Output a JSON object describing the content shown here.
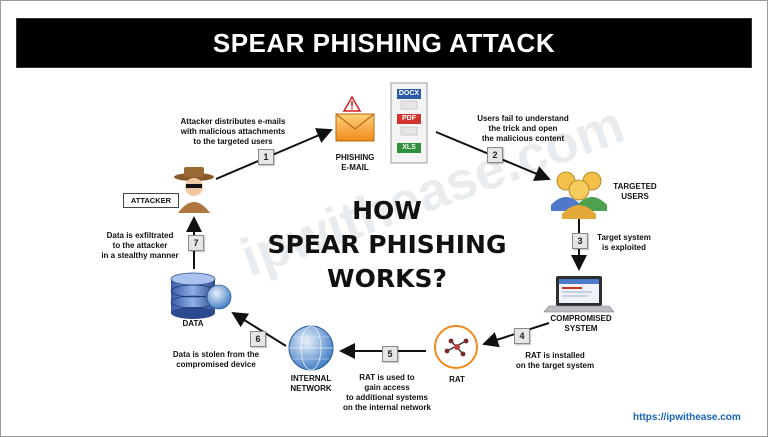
{
  "title": "SPEAR PHISHING ATTACK",
  "center": {
    "line1": "HOW",
    "line2": "SPEAR PHISHING",
    "line3": "WORKS?"
  },
  "watermark": "ipwithease.com",
  "website": "https://ipwithease.com",
  "nodes": {
    "attacker": "ATTACKER",
    "phishing_email": "PHISHING\nE-MAIL",
    "targeted_users": "TARGETED\nUSERS",
    "compromised_system": "COMPROMISED\nSYSTEM",
    "rat": "RAT",
    "internal_network": "INTERNAL\nNETWORK",
    "data": "DATA"
  },
  "file_types": [
    "DOCX",
    "PDF",
    "XLS"
  ],
  "steps": [
    {
      "num": "1",
      "text": "Attacker distributes e-mails\nwith malicious attachments\nto the targeted users"
    },
    {
      "num": "2",
      "text": "Users fail to understand\nthe trick and open\nthe malicious content"
    },
    {
      "num": "3",
      "text": "Target system\nis exploited"
    },
    {
      "num": "4",
      "text": "RAT is installed\non the target system"
    },
    {
      "num": "5",
      "text": "RAT is used to\ngain access\nto additional systems\non the internal network"
    },
    {
      "num": "6",
      "text": "Data is stolen from the\ncompromised device"
    },
    {
      "num": "7",
      "text": "Data is exfiltrated\nto the attacker\nin a stealthy manner"
    }
  ],
  "colors": {
    "banner": "#000000",
    "arrow": "#111111",
    "accent_orange": "#f08a1c",
    "site_link": "#1a64b0"
  }
}
